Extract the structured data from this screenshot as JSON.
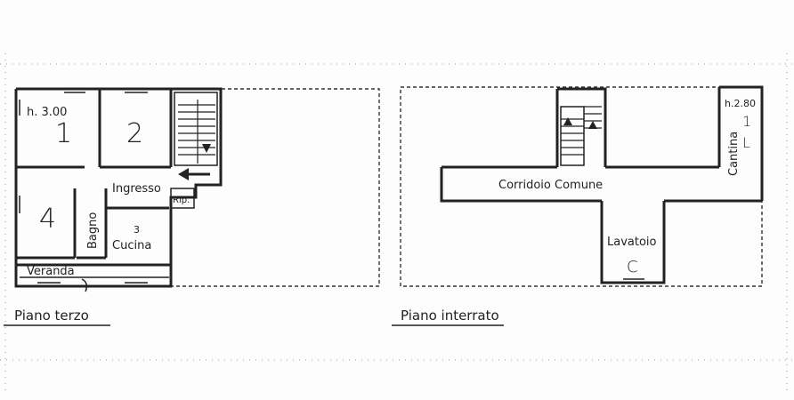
{
  "floor_third": {
    "caption": "Piano terzo",
    "height_note": "h. 3.00",
    "rooms": {
      "room1": "1",
      "room2": "2",
      "room3": "3",
      "room4": "4"
    },
    "ingresso": "Ingresso",
    "bagno": "Bagno",
    "cucina": "Cucina",
    "veranda": "Veranda",
    "rip": "Rip."
  },
  "floor_basement": {
    "caption": "Piano interrato",
    "height_note": "h.2.80",
    "corridoio": "Corridoio Comune",
    "lavatoio": "Lavatoio",
    "lavatoio_letter": "C",
    "cantina": "Cantina",
    "cantina_number": "1",
    "cantina_letter": "L"
  }
}
